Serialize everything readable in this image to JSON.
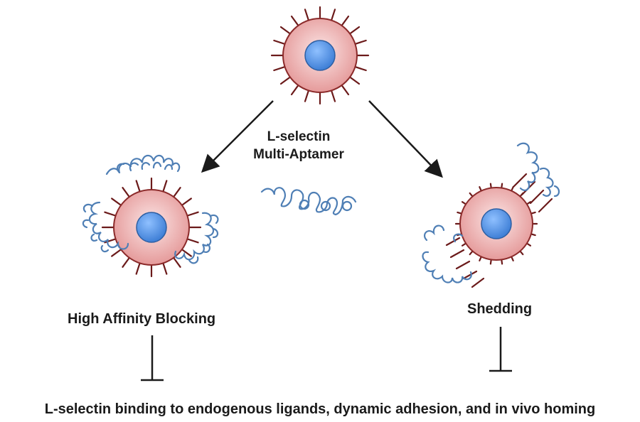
{
  "labels": {
    "center_line1": "L-selectin",
    "center_line2": "Multi-Aptamer",
    "left_outcome": "High Affinity Blocking",
    "right_outcome": "Shedding",
    "bottom_effect": "L-selectin binding to endogenous ligands, dynamic adhesion, and in vivo homing"
  },
  "colors": {
    "cell_fill": "#e8a0a0",
    "cell_stroke": "#8b2a2a",
    "nucleus_fill": "#4a8fe0",
    "receptor": "#6b1a1a",
    "aptamer": "#4f7fb5",
    "arrow": "#1a1a1a"
  }
}
